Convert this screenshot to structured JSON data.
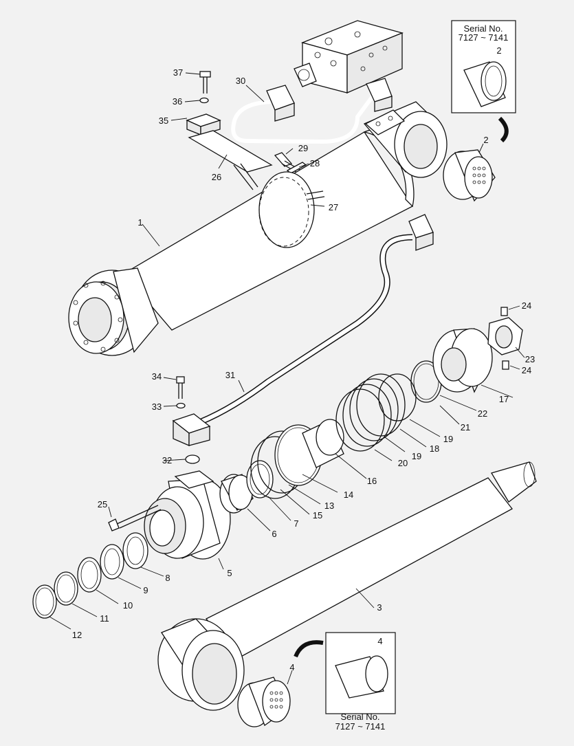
{
  "diagram": {
    "serial_label": "Serial No.",
    "serial_range": "7127 ~ 7141",
    "callouts": {
      "c1": "1",
      "c2a": "2",
      "c2b": "2",
      "c3": "3",
      "c4a": "4",
      "c4b": "4",
      "c5": "5",
      "c6": "6",
      "c7": "7",
      "c8": "8",
      "c9": "9",
      "c10": "10",
      "c11": "11",
      "c12": "12",
      "c13": "13",
      "c14": "14",
      "c15": "15",
      "c16": "16",
      "c17": "17",
      "c18": "18",
      "c19a": "19",
      "c19b": "19",
      "c20": "20",
      "c21": "21",
      "c22": "22",
      "c23": "23",
      "c24a": "24",
      "c24b": "24",
      "c25": "25",
      "c26": "26",
      "c27": "27",
      "c28": "28",
      "c29": "29",
      "c30": "30",
      "c31": "31",
      "c32": "32",
      "c33": "33",
      "c34": "34",
      "c35": "35",
      "c36": "36",
      "c37": "37"
    }
  }
}
